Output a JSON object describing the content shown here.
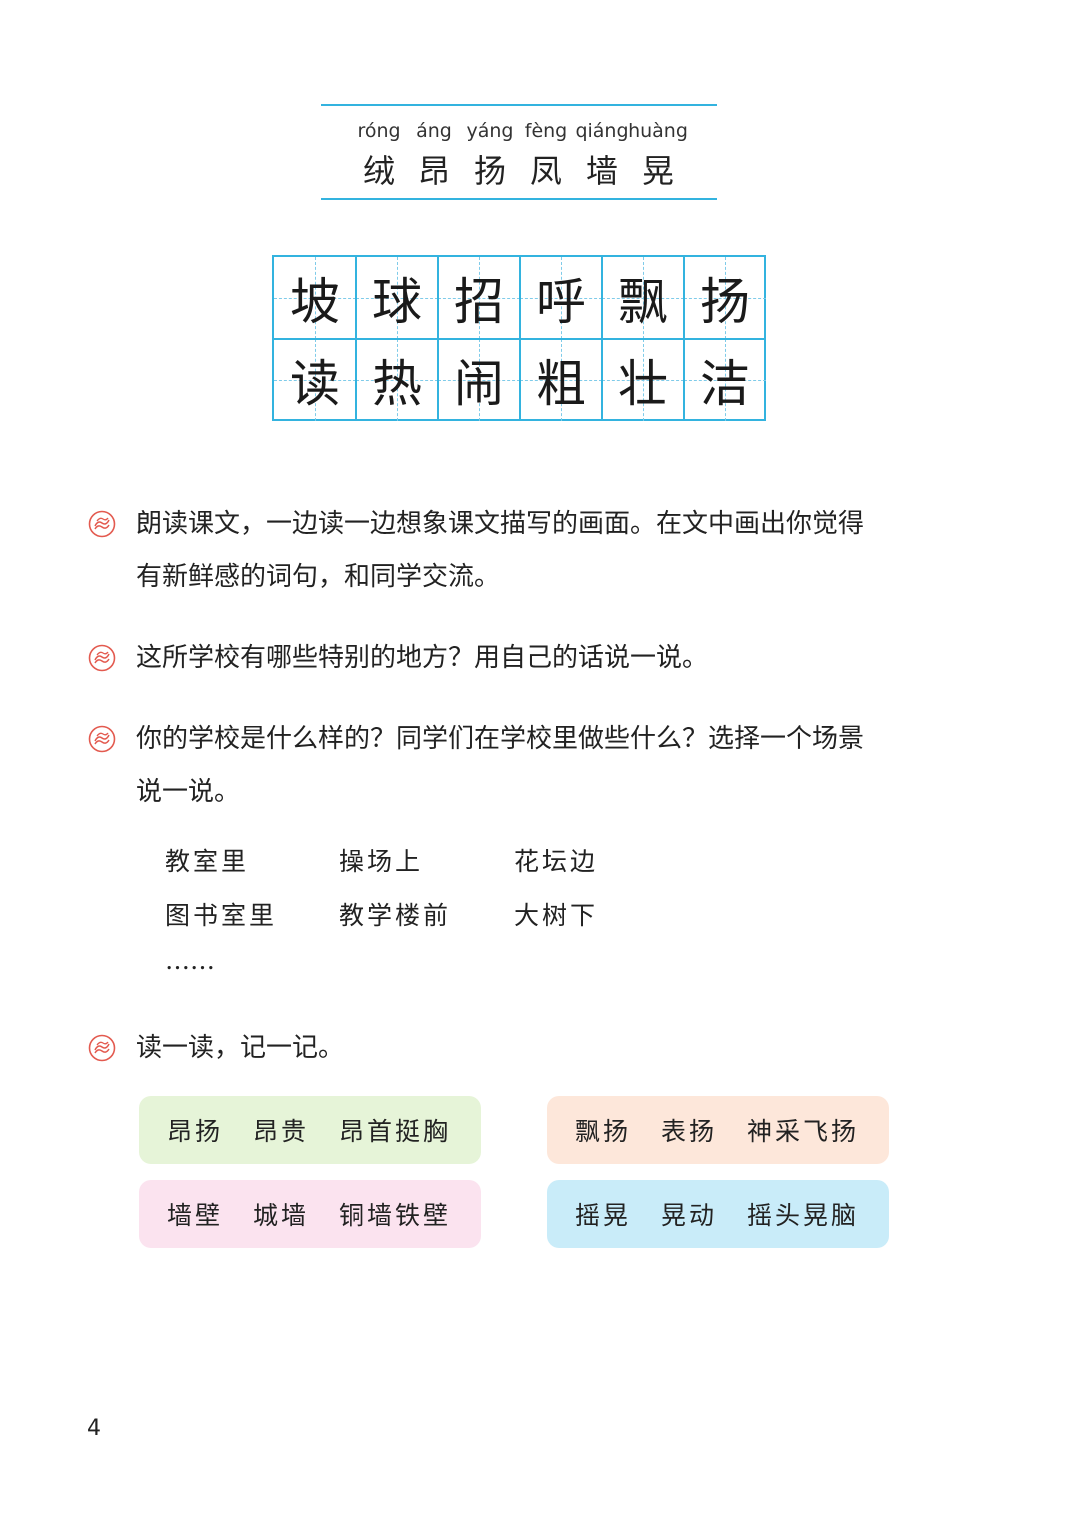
{
  "recognition": [
    {
      "pinyin": "róng",
      "char": "绒"
    },
    {
      "pinyin": "áng",
      "char": "昂"
    },
    {
      "pinyin": "yáng",
      "char": "扬"
    },
    {
      "pinyin": "fèng",
      "char": "凤"
    },
    {
      "pinyin": "qiáng",
      "char": "墙"
    },
    {
      "pinyin": "huàng",
      "char": "晃"
    }
  ],
  "writing": [
    [
      "坡",
      "球",
      "招",
      "呼",
      "飘",
      "扬"
    ],
    [
      "读",
      "热",
      "闹",
      "粗",
      "壮",
      "洁"
    ]
  ],
  "questions": [
    {
      "line1": "朗读课文，一边读一边想象课文描写的画面。在文中画出你觉得",
      "line2": "有新鲜感的词句，和同学交流。"
    },
    {
      "line1": "这所学校有哪些特别的地方？用自己的话说一说。",
      "line2": ""
    },
    {
      "line1": "你的学校是什么样的？同学们在学校里做些什么？选择一个场景",
      "line2": "说一说。"
    },
    {
      "line1": "读一读，记一记。",
      "line2": ""
    }
  ],
  "scenes": [
    [
      "教室里",
      "操场上",
      "花坛边"
    ],
    [
      "图书室里",
      "教学楼前",
      "大树下"
    ],
    [
      "……"
    ]
  ],
  "word_groups": [
    {
      "words": [
        "昂扬",
        "昂贵",
        "昂首挺胸"
      ],
      "color": "#e6f4d8"
    },
    {
      "words": [
        "飘扬",
        "表扬",
        "神采飞扬"
      ],
      "color": "#fde7da"
    },
    {
      "words": [
        "墙壁",
        "城墙",
        "铜墙铁壁"
      ],
      "color": "#fbe3ef"
    },
    {
      "words": [
        "摇晃",
        "晃动",
        "摇头晃脑"
      ],
      "color": "#c9ecf9"
    }
  ],
  "page_number": "4",
  "colors": {
    "grid_line": "#33b3df",
    "icon": "#e35a4f"
  },
  "icon_name": "swirl-seal-icon"
}
